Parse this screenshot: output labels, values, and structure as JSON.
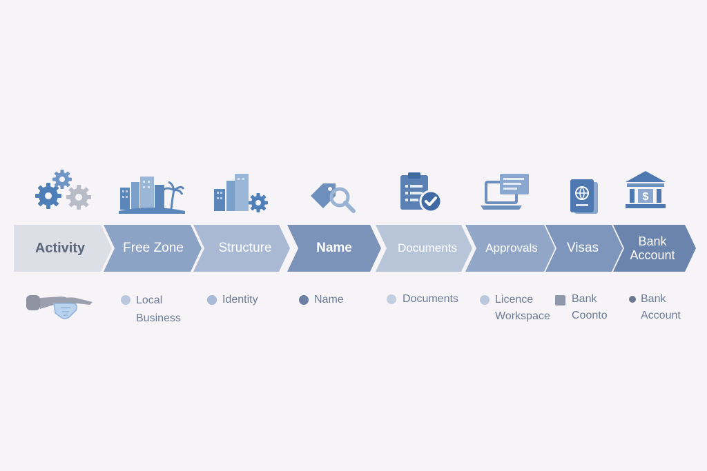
{
  "steps": [
    {
      "label": "Activity",
      "icon": "gears-icon",
      "color": "#dcdfe6",
      "text_color": "#5b6478"
    },
    {
      "label": "Free Zone",
      "icon": "city-island-icon",
      "color": "#8da3c5"
    },
    {
      "label": "Structure",
      "icon": "building-gear-icon",
      "color": "#a9b9d3"
    },
    {
      "label": "Name",
      "icon": "tag-search-icon",
      "color": "#7c93b9"
    },
    {
      "label": "Documents",
      "icon": "clipboard-check-icon",
      "color": "#b8c5d9"
    },
    {
      "label": "Approvals",
      "icon": "laptop-document-icon",
      "color": "#92a7c8"
    },
    {
      "label": "Visas",
      "icon": "passport-icon",
      "color": "#7f96bc"
    },
    {
      "label": "Bank Account",
      "icon": "bank-icon",
      "color": "#6b84ae"
    }
  ],
  "sub_items": [
    {
      "lines": [
        "Local",
        "Business"
      ],
      "bullet_color": "#b9c8dc"
    },
    {
      "lines": [
        "Identity"
      ],
      "bullet_color": "#a6b9d6"
    },
    {
      "lines": [
        "Name"
      ],
      "bullet_color": "#6c7fa3"
    },
    {
      "lines": [
        "Documents"
      ],
      "bullet_color": "#c3cfe0"
    },
    {
      "lines": [
        "Licence",
        "Workspace"
      ],
      "bullet_color": "#b9c8dc"
    },
    {
      "lines": [
        "Bank",
        "Coonto"
      ],
      "bullet_color": "#8f98ab"
    },
    {
      "lines": [
        "Bank",
        "Account"
      ],
      "bullet_color": "#6c7891"
    }
  ],
  "handshake_icon": "handshake-icon"
}
